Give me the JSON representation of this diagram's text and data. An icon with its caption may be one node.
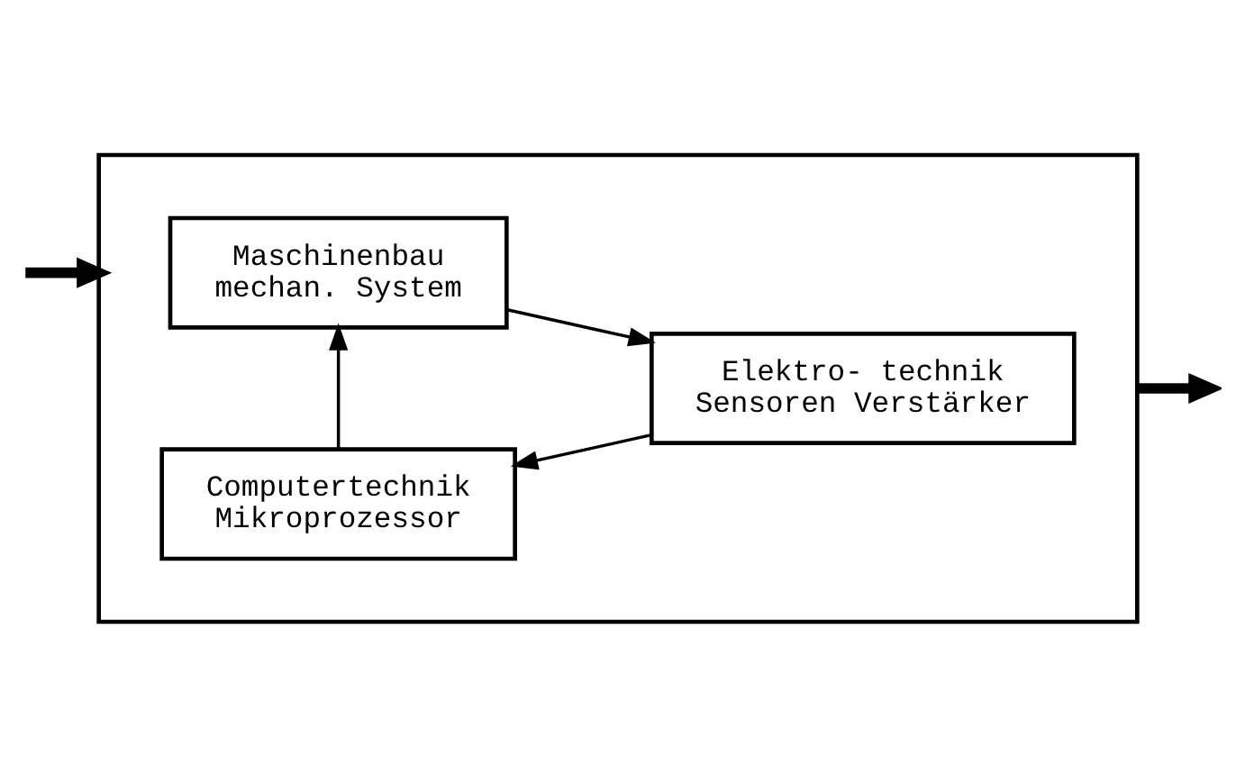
{
  "diagram": {
    "nodes": [
      {
        "text": [],
        "shape": "box"
      },
      {
        "text": [
          "Maschinenbau",
          "mechan. System"
        ],
        "in": 0
      },
      {
        "text": [
          "Elektro- technik",
          "Sensoren Verstärker"
        ],
        "in": 0
      },
      {
        "text": [
          "Computertechnik",
          "Mikroprozessor"
        ],
        "in": 0
      }
    ],
    "edges": [
      {
        "from": null,
        "to": 0,
        "arrow": "to",
        "style": "thick"
      },
      {
        "from": 1,
        "to": 2,
        "arrow": "to"
      },
      {
        "from": 2,
        "to": 3,
        "arrow": "to"
      },
      {
        "from": 3,
        "to": 1,
        "arrow": "to"
      },
      {
        "from": 0,
        "to": null,
        "arrow": "to",
        "style": "thick"
      }
    ]
  }
}
